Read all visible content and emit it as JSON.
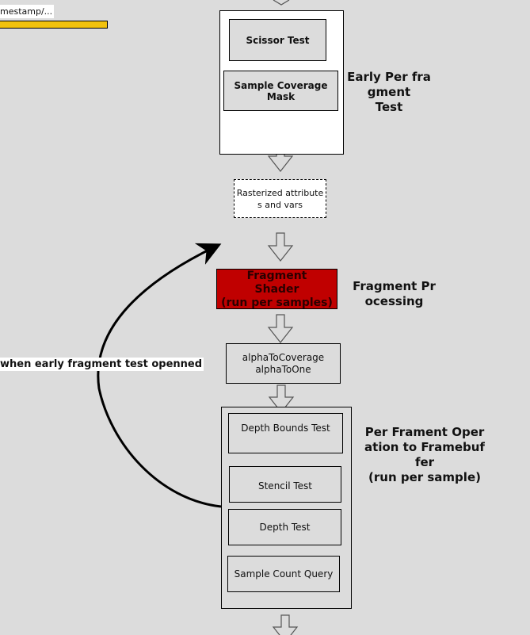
{
  "header": {
    "timestamp_text": "mestamp/...",
    "progress_fraction": 1.0,
    "progress_color": "#f2c20d"
  },
  "early_test": {
    "label": "Early Per fra\ngment\nTest",
    "label_lines": [
      "Early Per fra",
      "gment",
      "Test"
    ],
    "items": [
      "Scissor Test",
      "Sample Coverage Mask"
    ]
  },
  "rasterized": {
    "label_lines": [
      "Rasterized attribute",
      "s and vars"
    ]
  },
  "fragment_shader": {
    "label_lines": [
      "Fragment",
      "Shader",
      "(run per samples)"
    ],
    "color": "#c00000",
    "side_label_lines": [
      "Fragment Pr",
      "ocessing"
    ]
  },
  "alpha": {
    "label_lines": [
      "alphaToCoverage",
      "alphaToOne"
    ]
  },
  "per_fragment": {
    "side_label_lines": [
      "Per Frament Oper",
      "ation to Framebuf",
      "fer",
      "(run per sample)"
    ],
    "items": [
      "Depth Bounds Test",
      "Stencil Test",
      "Depth Test",
      "Sample Count Query"
    ]
  },
  "loop_note": {
    "label": "when early fragment test openned"
  }
}
